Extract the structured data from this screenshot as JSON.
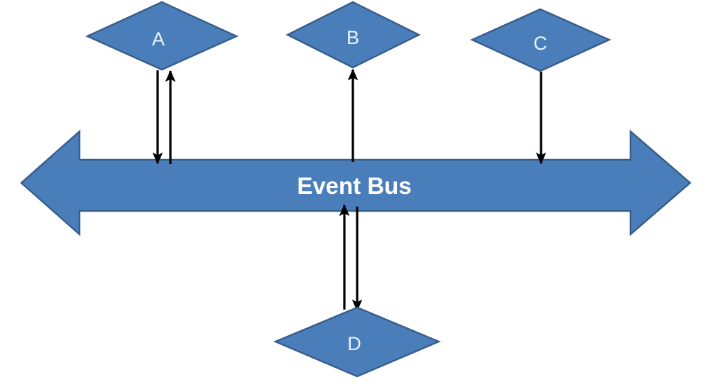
{
  "diagram": {
    "title": "Event Bus publish-subscribe diagram",
    "colors": {
      "shape_fill": "#4a7ebb",
      "shape_stroke": "#385d8a",
      "node_label_color": "#eaf3fb",
      "bus_label_color": "#ffffff",
      "connector_color": "#000000",
      "background": "#ffffff"
    },
    "bus": {
      "label": "Event Bus",
      "shape": "double-headed-horizontal-arrow"
    },
    "nodes": [
      {
        "id": "A",
        "label": "A",
        "shape": "diamond",
        "relation": "publish-subscribe"
      },
      {
        "id": "B",
        "label": "B",
        "shape": "diamond",
        "relation": "subscribe"
      },
      {
        "id": "C",
        "label": "C",
        "shape": "diamond",
        "relation": "publish"
      },
      {
        "id": "D",
        "label": "D",
        "shape": "diamond",
        "relation": "publish-subscribe"
      }
    ],
    "connectors": [
      {
        "from": "A",
        "to": "Event Bus",
        "direction": "down"
      },
      {
        "from": "Event Bus",
        "to": "A",
        "direction": "up"
      },
      {
        "from": "Event Bus",
        "to": "B",
        "direction": "up"
      },
      {
        "from": "C",
        "to": "Event Bus",
        "direction": "down"
      },
      {
        "from": "D",
        "to": "Event Bus",
        "direction": "up"
      },
      {
        "from": "Event Bus",
        "to": "D",
        "direction": "down"
      }
    ]
  }
}
